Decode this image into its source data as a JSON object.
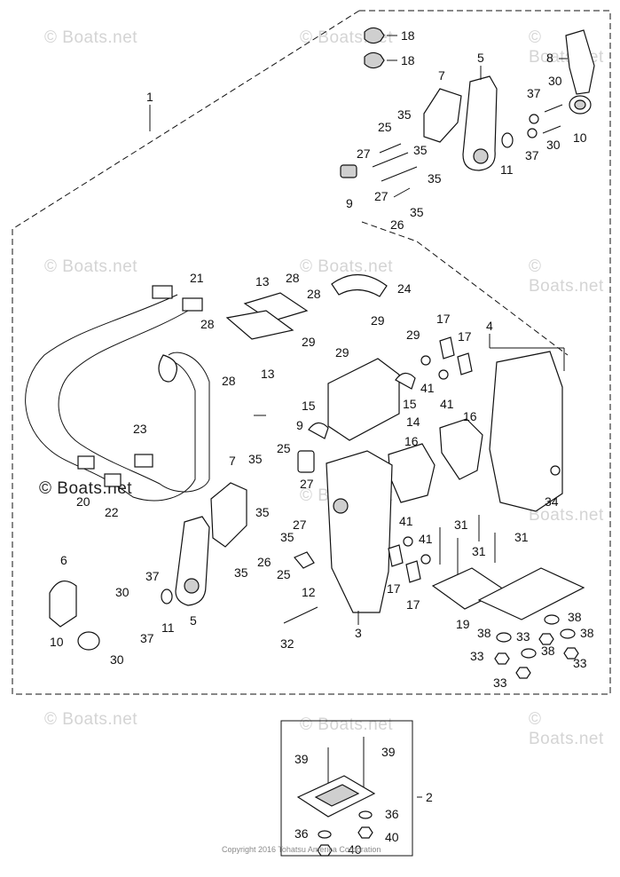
{
  "watermark": {
    "text": "© Boats.net",
    "prominent_text": "© Boats.net"
  },
  "copyright": "Copyright 2016 Tohatsu America Corporation",
  "callouts": {
    "c1": "1",
    "c2": "2",
    "c3": "3",
    "c4": "4",
    "c5a": "5",
    "c5b": "5",
    "c6": "6",
    "c7a": "7",
    "c7b": "7",
    "c8": "8",
    "c9a": "9",
    "c9b": "9",
    "c10a": "10",
    "c10b": "10",
    "c11a": "11",
    "c11b": "11",
    "c12": "12",
    "c13a": "13",
    "c13b": "13",
    "c14": "14",
    "c15a": "15",
    "c15b": "15",
    "c16a": "16",
    "c16b": "16",
    "c17a": "17",
    "c17b": "17",
    "c17c": "17",
    "c17d": "17",
    "c18a": "18",
    "c18b": "18",
    "c19": "19",
    "c20": "20",
    "c21": "21",
    "c22": "22",
    "c23": "23",
    "c24": "24",
    "c25a": "25",
    "c25b": "25",
    "c25c": "25",
    "c26a": "26",
    "c26b": "26",
    "c27a": "27",
    "c27b": "27",
    "c27c": "27",
    "c27d": "27",
    "c28a": "28",
    "c28b": "28",
    "c28c": "28",
    "c28d": "28",
    "c29a": "29",
    "c29b": "29",
    "c29c": "29",
    "c29d": "29",
    "c30a": "30",
    "c30b": "30",
    "c30c": "30",
    "c30d": "30",
    "c31a": "31",
    "c31b": "31",
    "c31c": "31",
    "c32": "32",
    "c33a": "33",
    "c33b": "33",
    "c33c": "33",
    "c33d": "33",
    "c34": "34",
    "c35a": "35",
    "c35b": "35",
    "c35c": "35",
    "c35d": "35",
    "c35e": "35",
    "c35f": "35",
    "c35g": "35",
    "c35h": "35",
    "c36a": "36",
    "c36b": "36",
    "c37a": "37",
    "c37b": "37",
    "c37c": "37",
    "c37d": "37",
    "c38a": "38",
    "c38b": "38",
    "c38c": "38",
    "c38d": "38",
    "c39a": "39",
    "c39b": "39",
    "c40a": "40",
    "c40b": "40",
    "c41a": "41",
    "c41b": "41",
    "c41c": "41",
    "c41d": "41"
  }
}
